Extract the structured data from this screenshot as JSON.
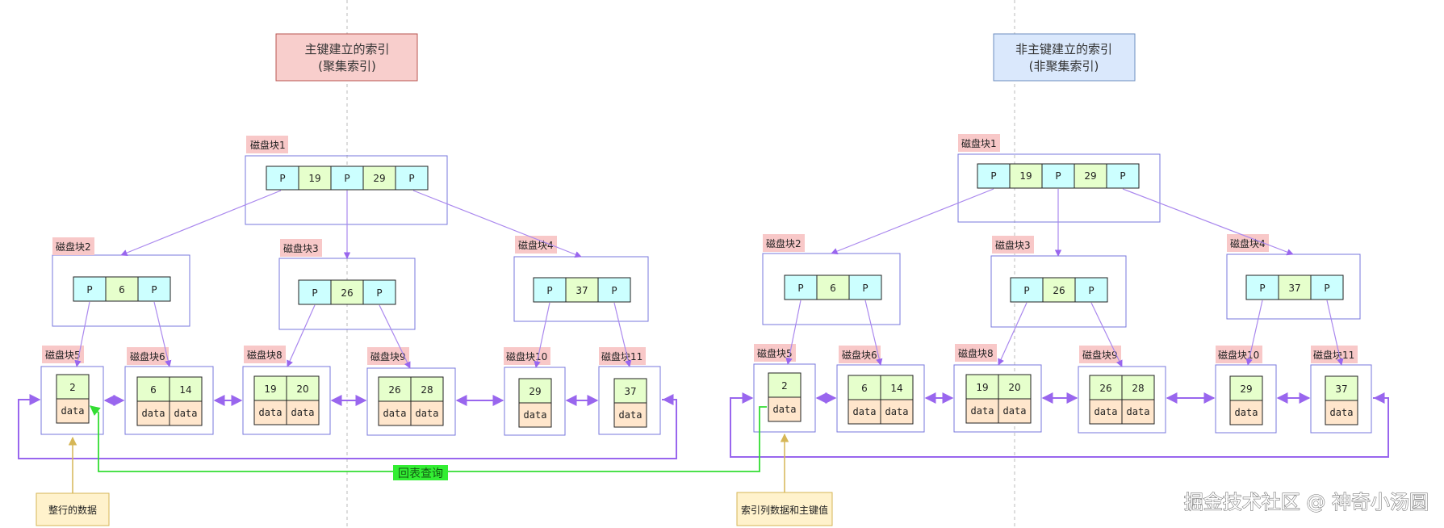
{
  "colors": {
    "block_border": "#7777dd",
    "block_label_bg": "#f8c8c8",
    "pointer_cell": "#ccffff",
    "key_cell": "#e6ffcc",
    "data_cell": "#ffe6cc",
    "arrow": "#9966ee",
    "green_arrow": "#33dd33",
    "title_left_bg": "#f8cecc",
    "title_right_bg": "#dae8fc",
    "note_bg": "#fff2cc"
  },
  "left": {
    "title_line1": "主键建立的索引",
    "title_line2": "(聚集索引)",
    "block_labels": [
      "磁盘块1",
      "磁盘块2",
      "磁盘块3",
      "磁盘块4",
      "磁盘块5",
      "磁盘块6",
      "磁盘块8",
      "磁盘块9",
      "磁盘块10",
      "磁盘块11"
    ],
    "root_cells": [
      "P",
      "19",
      "P",
      "29",
      "P"
    ],
    "b2_cells": [
      "P",
      "6",
      "P"
    ],
    "b3_cells": [
      "P",
      "26",
      "P"
    ],
    "b4_cells": [
      "P",
      "37",
      "P"
    ],
    "leaf_keys": [
      "2",
      "6",
      "14",
      "19",
      "20",
      "26",
      "28",
      "29",
      "37"
    ],
    "data_label": "data",
    "note": "整行的数据"
  },
  "right": {
    "title_line1": "非主键建立的索引",
    "title_line2": "(非聚集索引)",
    "block_labels": [
      "磁盘块1",
      "磁盘块2",
      "磁盘块3",
      "磁盘块4",
      "磁盘块5",
      "磁盘块6",
      "磁盘块8",
      "磁盘块9",
      "磁盘块10",
      "磁盘块11"
    ],
    "root_cells": [
      "P",
      "19",
      "P",
      "29",
      "P"
    ],
    "b2_cells": [
      "P",
      "6",
      "P"
    ],
    "b3_cells": [
      "P",
      "26",
      "P"
    ],
    "b4_cells": [
      "P",
      "37",
      "P"
    ],
    "leaf_keys": [
      "2",
      "6",
      "14",
      "19",
      "20",
      "26",
      "28",
      "29",
      "37"
    ],
    "data_label": "data",
    "note": "索引列数据和主键值"
  },
  "back_query_label": "回表查询",
  "watermark": "掘金技术社区 @ 神奇小汤圆"
}
